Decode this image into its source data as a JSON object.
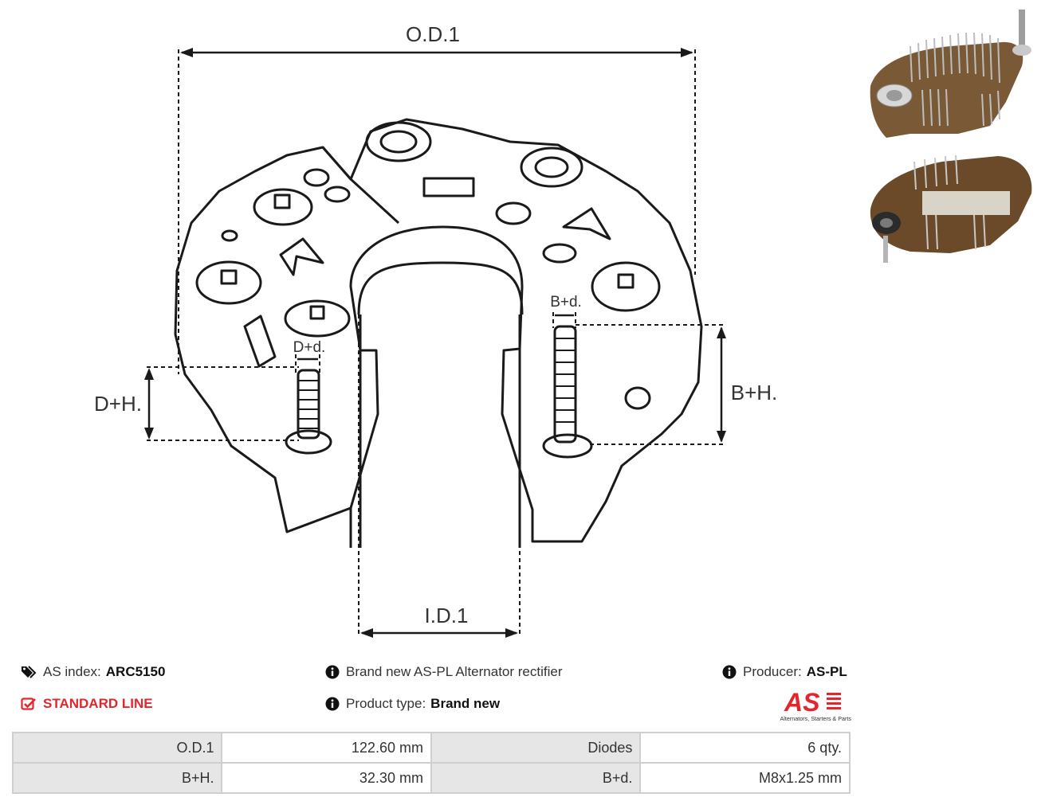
{
  "drawing": {
    "labels": {
      "od": "O.D.1",
      "id": "I.D.1",
      "dh": "D+H.",
      "bh": "B+H.",
      "dd": "D+d.",
      "bd": "B+d."
    }
  },
  "product": {
    "index_label": "AS index:",
    "index_value": "ARC5150",
    "line": "STANDARD LINE",
    "description": "Brand new AS-PL Alternator rectifier",
    "type_label": "Product type:",
    "type_value": "Brand new",
    "producer_label": "Producer:",
    "producer_value": "AS-PL"
  },
  "brand": {
    "logo_text": "AS",
    "tagline": "Alternators, Starters & Parts",
    "color": "#e3262c"
  },
  "icons": {
    "index": "tags-icon",
    "line": "check-square-icon",
    "info": "info-circle-icon"
  },
  "specs": [
    {
      "k1": "O.D.1",
      "v1": "122.60 mm",
      "k2": "Diodes",
      "v2": "6 qty."
    },
    {
      "k1": "B+H.",
      "v1": "32.30 mm",
      "k2": "B+d.",
      "v2": "M8x1.25 mm"
    }
  ]
}
